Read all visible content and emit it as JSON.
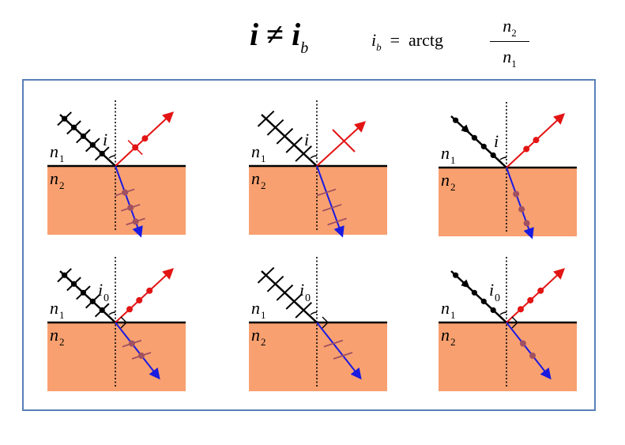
{
  "header": {
    "i": "i",
    "neq": "≠",
    "ib_main": "i",
    "ib_sub": "b",
    "formula_i": "i",
    "formula_sub": "b",
    "equals": "=",
    "func": "arctg",
    "num_n": "n",
    "num_sub": "2",
    "den_n": "n",
    "den_sub": "1"
  },
  "medium_labels": {
    "n1": "n",
    "n1_sub": "1",
    "n2": "n",
    "n2_sub": "2"
  },
  "angle_labels": {
    "top": "i",
    "bottom_main": "i",
    "bottom_sub": "0"
  },
  "colors": {
    "incident": "#000000",
    "reflected": "#e31414",
    "refracted": "#1a1ae0",
    "refracted_marks": "#a05060",
    "medium2": "#f8a070",
    "frame": "#5a7fb8"
  },
  "icons": [
    "incident-ray-arrow-icon",
    "reflected-ray-arrow-icon",
    "refracted-ray-arrow-icon",
    "right-angle-icon"
  ]
}
